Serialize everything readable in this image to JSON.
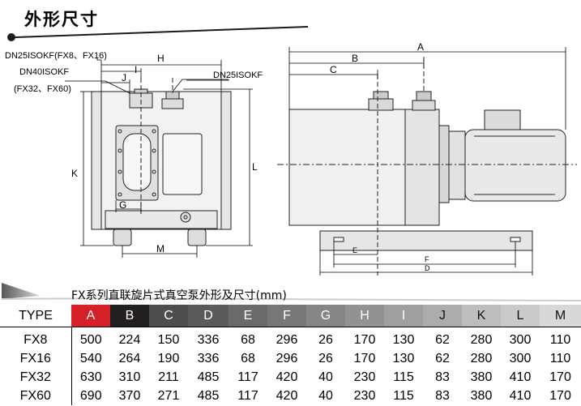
{
  "header": {
    "title": "外形尺寸"
  },
  "drawing": {
    "front_view": {
      "labels": {
        "inlet_note_1": "DN25ISOKF(FX8、FX16)",
        "inlet_note_2": "DN40ISOKF",
        "inlet_note_3": "(FX32、FX60)",
        "dim_h": "H",
        "dim_i": "I",
        "dim_j": "J",
        "dim_k": "K",
        "dim_l": "L",
        "dim_g": "G",
        "dim_m": "M"
      }
    },
    "side_view": {
      "labels": {
        "dim_a": "A",
        "dim_b": "B",
        "dim_c": "C",
        "outlet_note": "DN25ISOKF",
        "dim_e": "E",
        "dim_f": "F",
        "dim_d": "D"
      }
    }
  },
  "table": {
    "title": "FX系列直联旋片式真空泵外形及尺寸(mm)",
    "header_label": "TYPE",
    "columns": [
      {
        "key": "A",
        "bg": "#d62027"
      },
      {
        "key": "B",
        "bg": "#231f20"
      },
      {
        "key": "C",
        "bg": "#4d4d4d"
      },
      {
        "key": "D",
        "bg": "#5a5a5a"
      },
      {
        "key": "E",
        "bg": "#6a6a6a"
      },
      {
        "key": "F",
        "bg": "#777777"
      },
      {
        "key": "G",
        "bg": "#868686"
      },
      {
        "key": "H",
        "bg": "#929292"
      },
      {
        "key": "I",
        "bg": "#9f9f9f"
      },
      {
        "key": "J",
        "bg": "#acacac"
      },
      {
        "key": "K",
        "bg": "#bdbdbd"
      },
      {
        "key": "L",
        "bg": "#cacaca"
      },
      {
        "key": "M",
        "bg": "#d8d8d8"
      }
    ],
    "rows": [
      {
        "model": "FX8",
        "values": [
          "500",
          "224",
          "150",
          "336",
          "68",
          "296",
          "26",
          "170",
          "130",
          "62",
          "280",
          "300",
          "110"
        ]
      },
      {
        "model": "FX16",
        "values": [
          "540",
          "264",
          "190",
          "336",
          "68",
          "296",
          "26",
          "170",
          "130",
          "62",
          "280",
          "300",
          "110"
        ]
      },
      {
        "model": "FX32",
        "values": [
          "630",
          "310",
          "211",
          "485",
          "117",
          "420",
          "40",
          "230",
          "115",
          "83",
          "380",
          "410",
          "170"
        ]
      },
      {
        "model": "FX60",
        "values": [
          "690",
          "370",
          "271",
          "485",
          "117",
          "420",
          "40",
          "230",
          "115",
          "83",
          "380",
          "410",
          "170"
        ]
      }
    ]
  }
}
